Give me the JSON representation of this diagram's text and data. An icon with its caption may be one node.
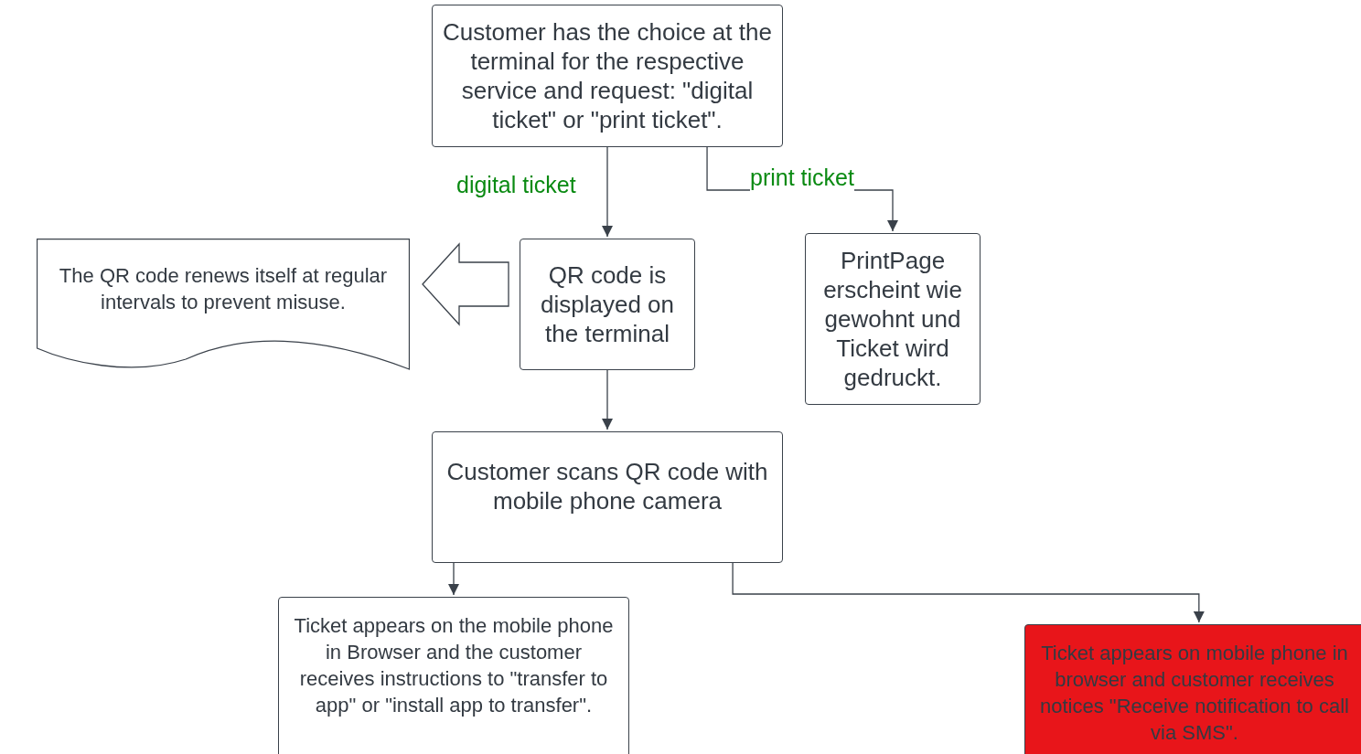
{
  "diagram": {
    "nodes": [
      {
        "text": [
          "Customer has the choice at the terminal for the respective service and request: \"digital ticket\" or \"print ticket\"."
        ]
      },
      {
        "text": [
          "QR code is displayed on the terminal"
        ]
      },
      {
        "text": [
          "PrintPage erscheint wie gewohnt und Ticket wird gedruckt."
        ]
      },
      {
        "text": [
          "The QR code renews itself at regular intervals to prevent misuse."
        ]
      },
      {
        "text": [
          "Customer scans QR code with mobile phone camera"
        ]
      },
      {
        "text": [
          "Ticket appears on the mobile phone in Browser and the customer receives instructions to \"transfer to app\" or \"install app to transfer\"."
        ]
      },
      {
        "text": [
          "Ticket appears on mobile phone in browser and customer receives notices \"Receive notification to call via SMS\"."
        ]
      }
    ],
    "edges": [
      {
        "from": 0,
        "to": 1,
        "arrow": "to",
        "label": "digital ticket"
      },
      {
        "from": 0,
        "to": 2,
        "arrow": "to",
        "label": "print ticket"
      },
      {
        "from": 1,
        "to": 3,
        "arrow": "to"
      },
      {
        "from": 1,
        "to": 4,
        "arrow": "to"
      },
      {
        "from": 4,
        "to": 5,
        "arrow": "to"
      },
      {
        "from": 4,
        "to": 6,
        "arrow": "to"
      }
    ]
  }
}
